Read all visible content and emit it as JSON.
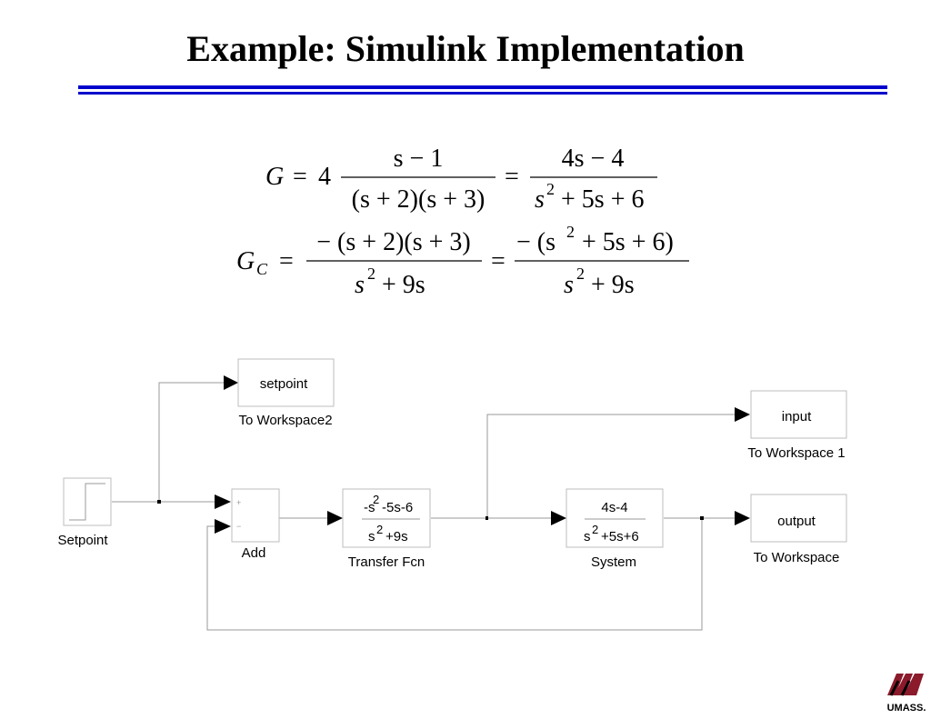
{
  "title": "Example: Simulink Implementation",
  "equations": {
    "G": {
      "lhs": "G",
      "gain": "4",
      "num1": "s − 1",
      "den1": "(s + 2)(s + 3)",
      "num2": "4s − 4",
      "den2_s": "s",
      "den2_exp": "2",
      "den2_rest": "+ 5s + 6"
    },
    "Gc": {
      "lhs": "G",
      "lhs_sub": "C",
      "num1": "− (s + 2)(s + 3)",
      "den1_s": "s",
      "den1_exp": "2",
      "den1_rest": "+ 9s",
      "num2_pre": "− (s",
      "num2_exp": "2",
      "num2_rest": "+ 5s + 6)",
      "den2_s": "s",
      "den2_exp": "2",
      "den2_rest": "+ 9s"
    }
  },
  "diagram": {
    "setpoint_source": {
      "label": "Setpoint"
    },
    "add": {
      "label": "Add",
      "port_plus": "+",
      "port_minus": "−"
    },
    "to_workspace2": {
      "text": "setpoint",
      "label": "To Workspace2"
    },
    "transfer_fcn": {
      "num_pre": "-s",
      "num_exp": "2",
      "num_rest": "-5s-6",
      "den_s": "s",
      "den_exp": "2",
      "den_rest": "+9s",
      "label": "Transfer Fcn"
    },
    "system": {
      "num": "4s-4",
      "den_s": "s",
      "den_exp": "2",
      "den_rest": "+5s+6",
      "label": "System"
    },
    "to_workspace1": {
      "text": "input",
      "label": "To Workspace 1"
    },
    "to_workspace": {
      "text": "output",
      "label": "To Workspace"
    }
  },
  "logo": {
    "text": "UMASS.",
    "colors": {
      "maroon": "#8b1a2b",
      "black": "#000000"
    }
  },
  "colors": {
    "rule": "#0000cc",
    "wire": "#9a9a9a",
    "block_border": "#bdbdbd"
  }
}
